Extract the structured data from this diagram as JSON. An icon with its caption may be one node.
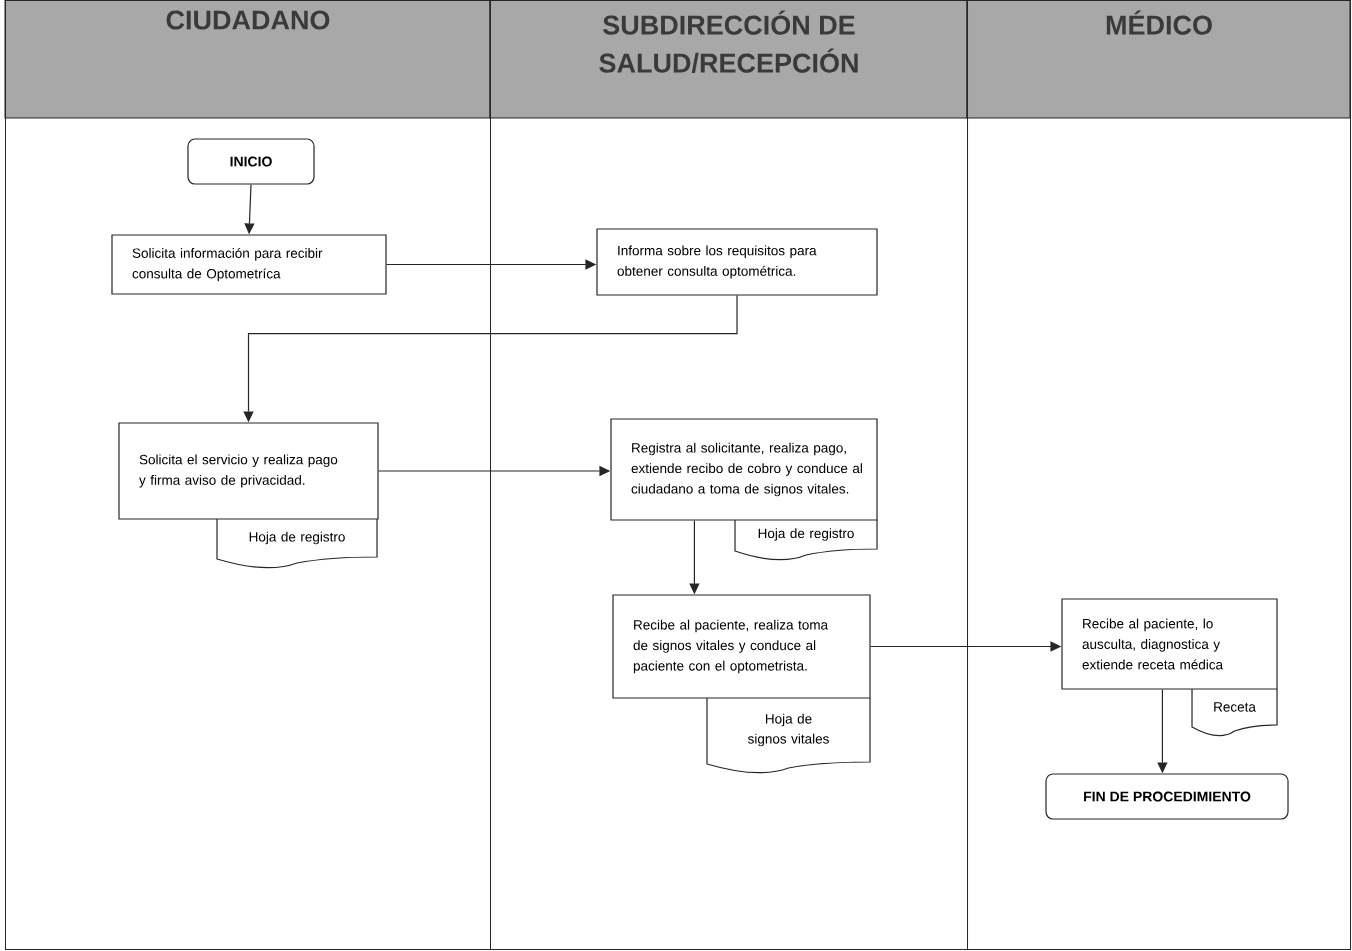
{
  "diagram": {
    "nodes": [
      {
        "text": [
          "CIUDADANO"
        ]
      },
      {
        "text": [
          "SUBDIRECCIÓN DE SALUD/RECEPCIÓN"
        ]
      },
      {
        "text": [
          "MÉDICO"
        ]
      },
      {
        "text": [
          "INICIO"
        ],
        "in": 0
      },
      {
        "text": [
          "Solicita información para recibir consulta de Optometríca"
        ],
        "in": 0
      },
      {
        "text": [
          "Informa sobre los requisitos para obtener consulta optométrica."
        ],
        "in": 1
      },
      {
        "text": [
          "Solicita el servicio y realiza pago y firma aviso de privacidad."
        ],
        "in": 0
      },
      {
        "text": [
          "Hoja de registro"
        ],
        "in": 0
      },
      {
        "text": [
          "Registra al solicitante, realiza pago, extiende recibo de cobro y conduce al ciudadano a toma de signos vitales."
        ],
        "in": 1
      },
      {
        "text": [
          "Hoja de registro"
        ],
        "in": 1
      },
      {
        "text": [
          "Recibe al paciente, realiza toma de signos vitales y conduce al paciente con el optometrista."
        ],
        "in": 1
      },
      {
        "text": [
          "Hoja de signos vitales"
        ],
        "in": 1
      },
      {
        "text": [
          "Recibe al paciente, lo ausculta, diagnostica y extiende receta médica"
        ],
        "in": 2
      },
      {
        "text": [
          "Receta"
        ],
        "in": 2
      },
      {
        "text": [
          "FIN DE PROCEDIMIENTO"
        ],
        "in": 2
      }
    ],
    "edges": [
      {
        "from": 3,
        "to": 4,
        "arrow": "to"
      },
      {
        "from": 4,
        "to": 5,
        "arrow": "to"
      },
      {
        "from": 5,
        "to": 6,
        "arrow": "to"
      },
      {
        "from": 6,
        "to": 8,
        "arrow": "to"
      },
      {
        "from": 8,
        "to": 10,
        "arrow": "to"
      },
      {
        "from": 10,
        "to": 12,
        "arrow": "to"
      },
      {
        "from": 12,
        "to": 14,
        "arrow": "to"
      }
    ]
  }
}
